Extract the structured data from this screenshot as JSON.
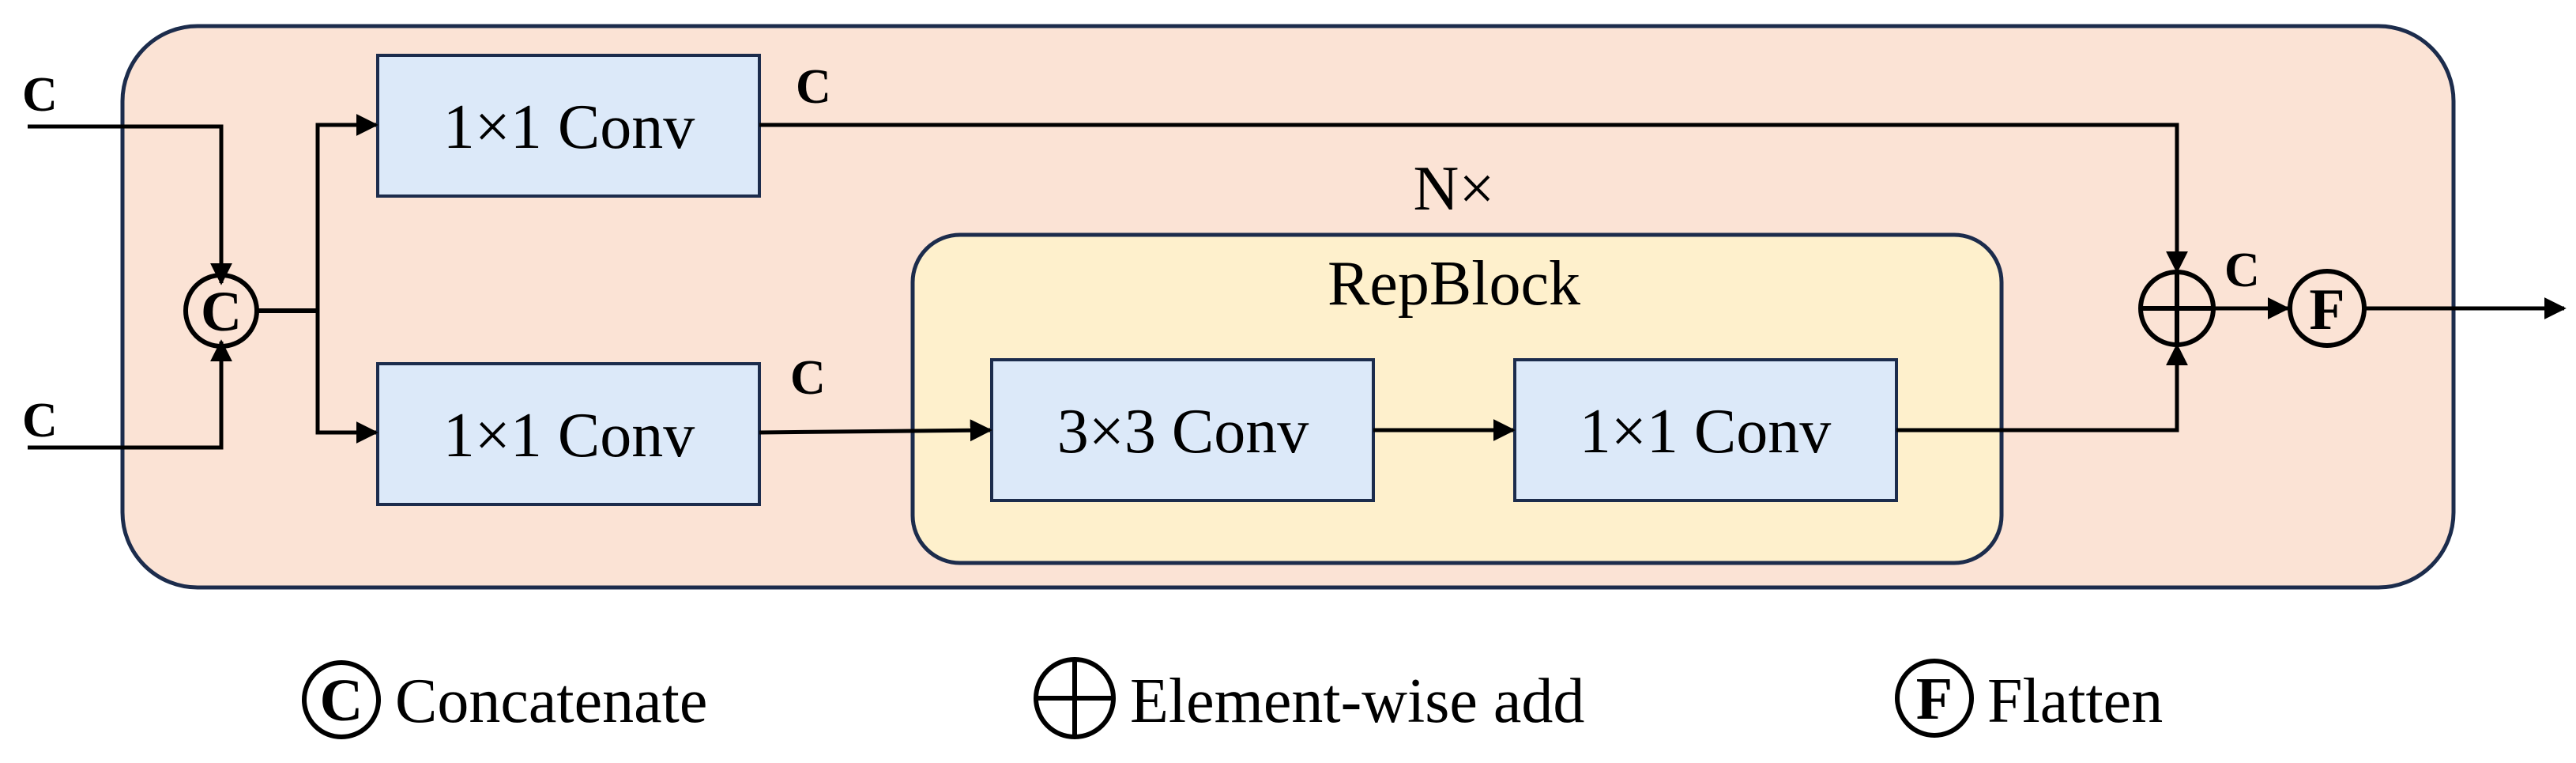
{
  "diagram": {
    "input_top_label": "C",
    "input_bottom_label": "C",
    "concat_symbol": "C",
    "conv_top": "1×1 Conv",
    "conv_top_out_label": "C",
    "conv_bottom": "1×1 Conv",
    "conv_bottom_out_label": "C",
    "repeat_label": "N×",
    "repblock_title": "RepBlock",
    "rep_conv3": "3×3 Conv",
    "rep_conv1": "1×1 Conv",
    "add_out_label": "C",
    "flatten_symbol": "F"
  },
  "legend": {
    "concat_symbol": "C",
    "concat_label": "Concatenate",
    "add_label": "Element-wise add",
    "flatten_symbol": "F",
    "flatten_label": "Flatten"
  },
  "colors": {
    "outer_fill": "#fbe3d5",
    "repblock_fill": "#fef0cc",
    "conv_fill": "#dce9f9",
    "stroke": "#1c2c4c"
  }
}
